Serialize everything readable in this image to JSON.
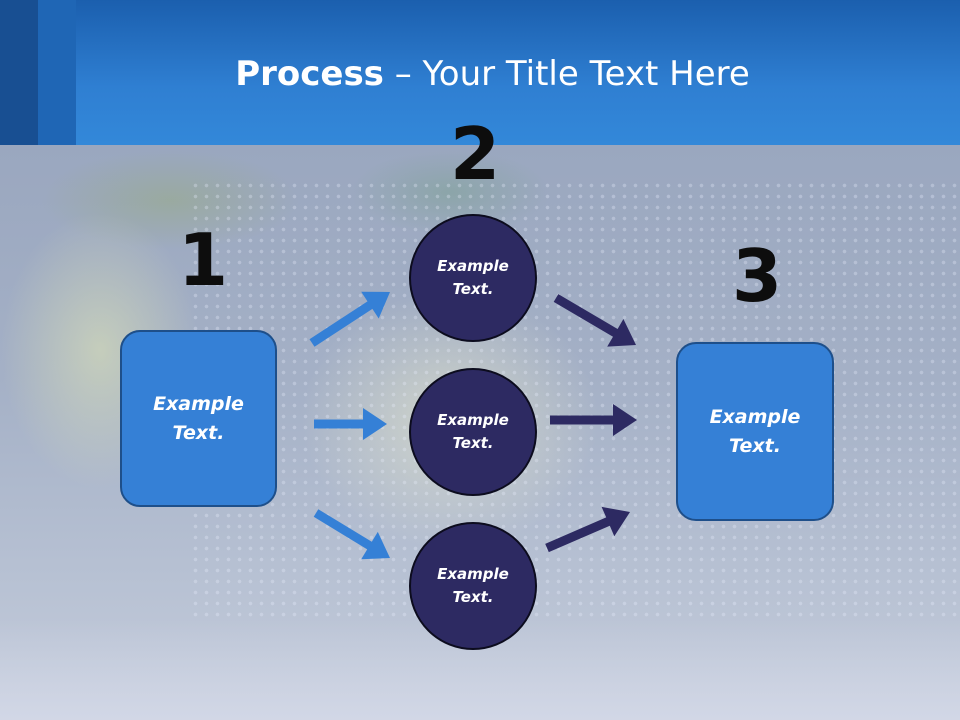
{
  "title": {
    "bold": "Process",
    "rest": " – Your Title Text Here"
  },
  "steps": {
    "one": {
      "number": "1",
      "text": "Example\nText."
    },
    "two": {
      "number": "2"
    },
    "three": {
      "number": "3",
      "text": "Example\nText."
    }
  },
  "circles": [
    {
      "text": "Example\nText."
    },
    {
      "text": "Example\nText."
    },
    {
      "text": "Example\nText."
    }
  ],
  "colors": {
    "header": "#2f7fd2",
    "box_fill": "#3580d6",
    "circle_fill": "#2d2a62",
    "arrow_blue": "#3580d6",
    "arrow_navy": "#2d2a62"
  }
}
